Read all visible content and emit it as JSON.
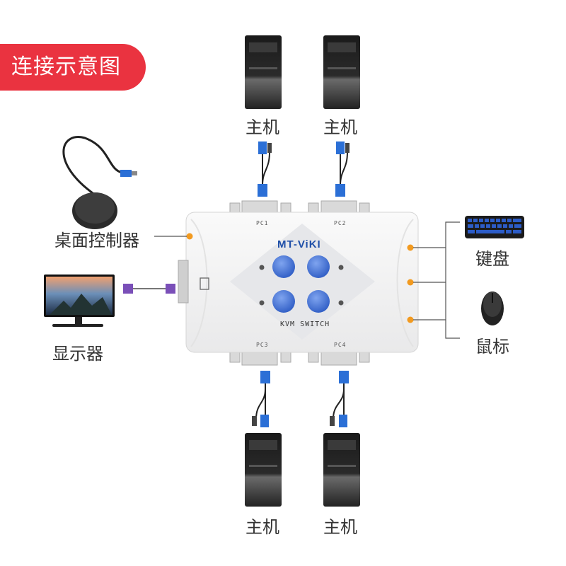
{
  "title": "连接示意图",
  "device": {
    "brand": "MT-ViKI",
    "model": "KVM SWITCH",
    "ports": [
      "PC1",
      "PC2",
      "PC3",
      "PC4"
    ]
  },
  "labels": {
    "host_top_left": "主机",
    "host_top_right": "主机",
    "host_bottom_left": "主机",
    "host_bottom_right": "主机",
    "desktop_controller": "桌面控制器",
    "monitor": "显示器",
    "keyboard": "键盘",
    "mouse": "鼠标"
  },
  "colors": {
    "accent": "#ea3340",
    "button_blue": "#3f6fd1",
    "connector_dot": "#f29a1f",
    "vga_blue": "#2b6fd6"
  }
}
